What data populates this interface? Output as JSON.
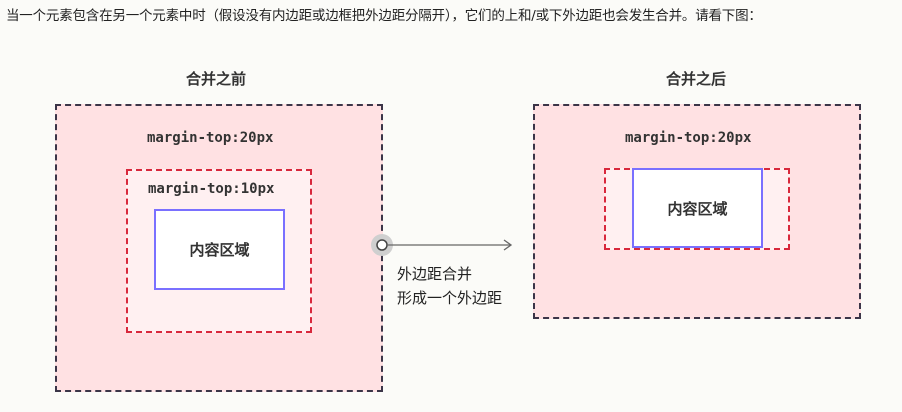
{
  "intro_text": "当一个元素包含在另一个元素中时（假设没有内边距或边框把外边距分隔开），它们的上和/或下外边距也会发生合并。请看下图：",
  "before": {
    "caption": "合并之前",
    "outer_margin_label": "margin-top:20px",
    "inner_margin_label": "margin-top:10px",
    "content_label": "内容区域"
  },
  "after": {
    "caption": "合并之后",
    "margin_label": "margin-top:20px",
    "content_label": "内容区域"
  },
  "arrow_note": {
    "line1": "外边距合并",
    "line2": "形成一个外边距"
  },
  "colors": {
    "outer_fill": "#ffe1e3",
    "outer_border": "#3b3548",
    "inner_border": "#d8283c",
    "content_border": "#7a70ff"
  }
}
